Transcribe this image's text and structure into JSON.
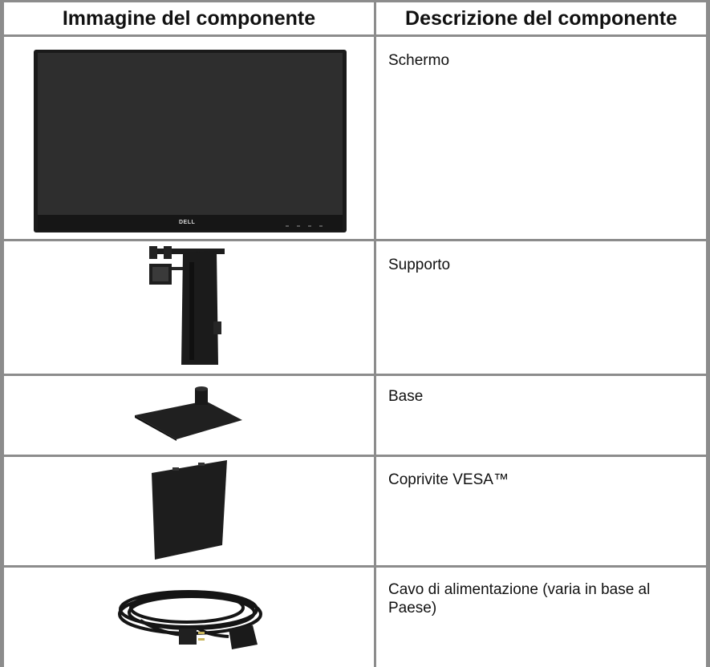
{
  "table": {
    "headers": [
      "Immagine del componente",
      "Descrizione del componente"
    ],
    "rows": [
      {
        "image_icon": "monitor-icon",
        "description": "Schermo",
        "brand_logo": "DELL"
      },
      {
        "image_icon": "stand-riser-icon",
        "description": "Supporto"
      },
      {
        "image_icon": "stand-base-icon",
        "description": "Base"
      },
      {
        "image_icon": "vesa-cover-icon",
        "description": "Coprivite VESA™"
      },
      {
        "image_icon": "power-cable-icon",
        "description": "Cavo di alimentazione (varia in base al Paese)"
      }
    ]
  },
  "colors": {
    "border": "#8c8c8c",
    "screen": "#2b2b2b",
    "bezel": "#1a1a1a"
  }
}
